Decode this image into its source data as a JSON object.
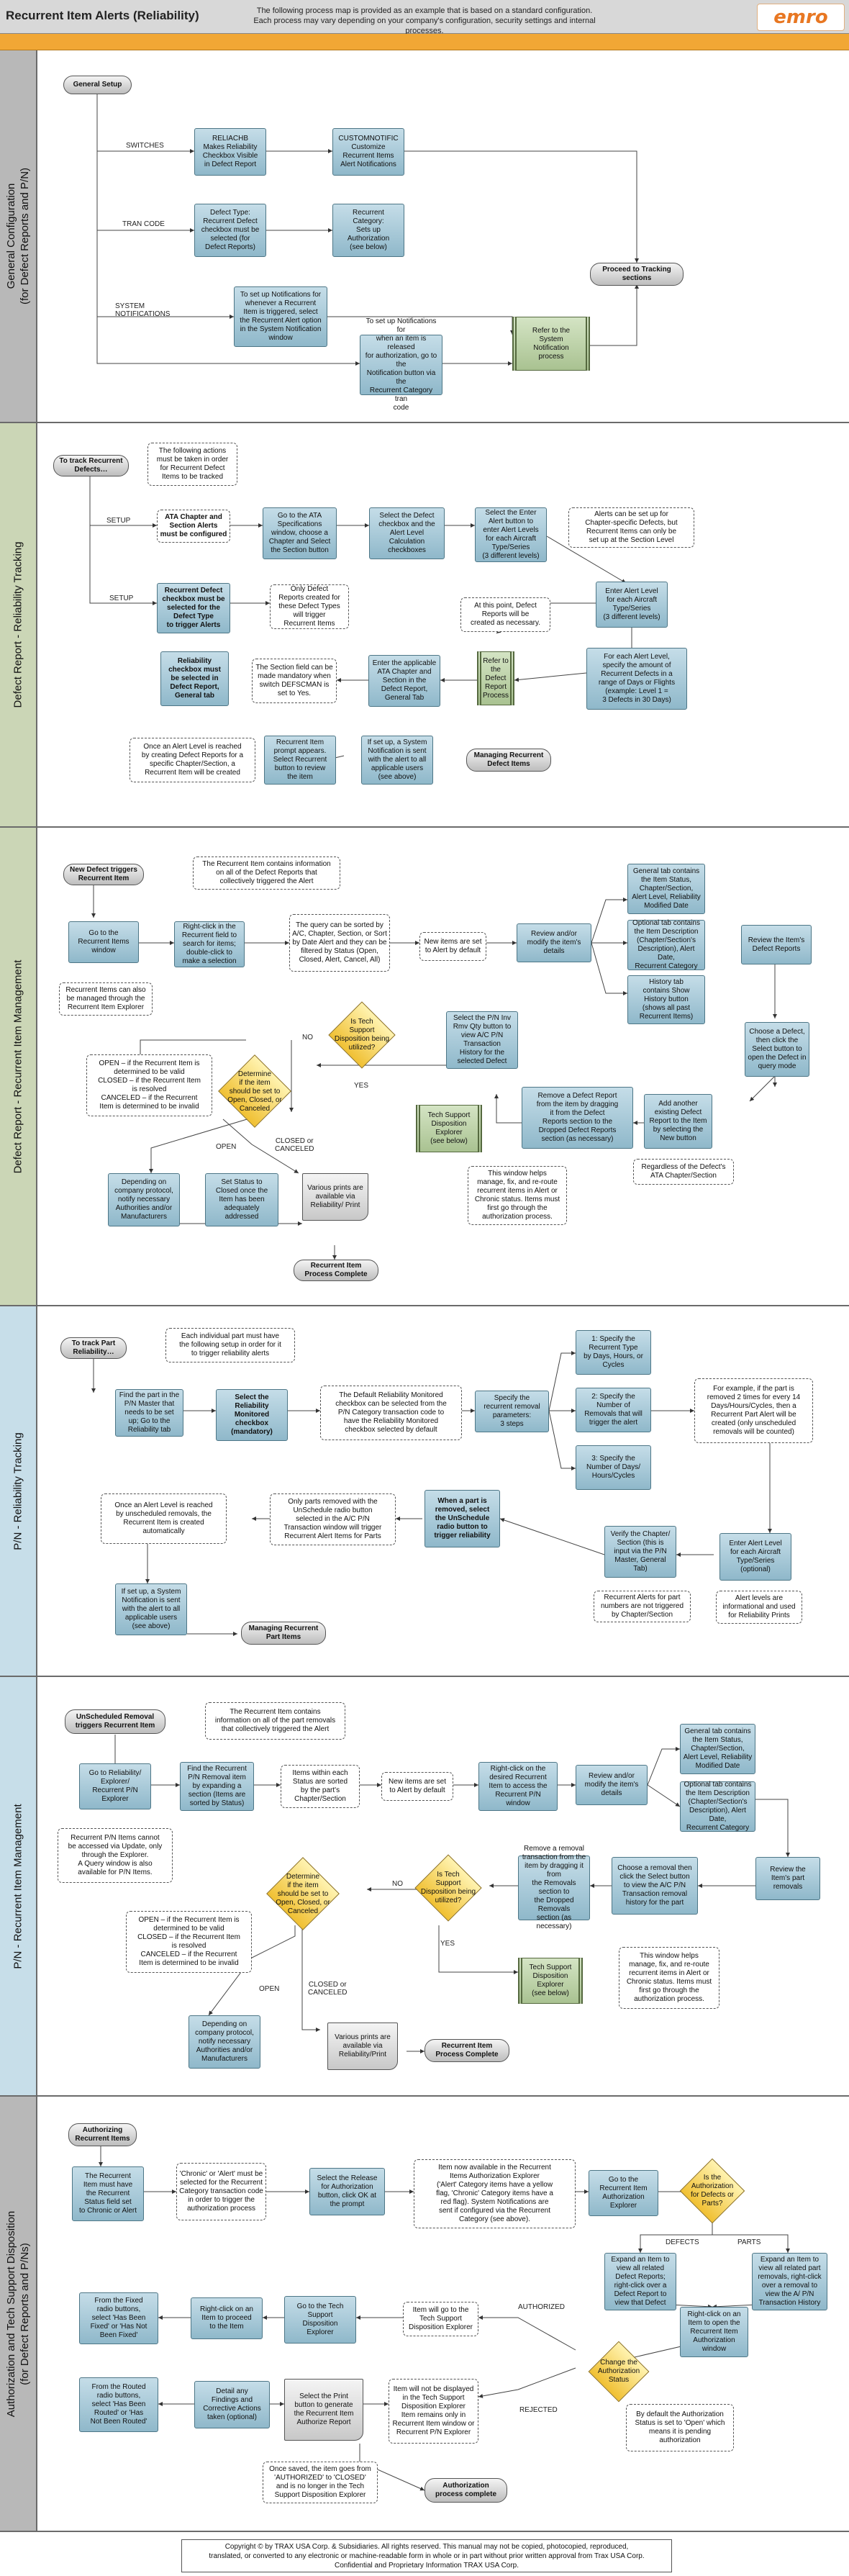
{
  "header": {
    "title": "Recurrent Item Alerts (Reliability)",
    "note": "The following process map is provided as an example that is based on a standard configuration.\nEach process may vary depending on your company's configuration, security settings and internal processes.",
    "logo": "emro"
  },
  "colors": {
    "process": "#a9cad8",
    "decision": "#f3c43a",
    "orange_bar": "#f1a735",
    "subprocess": "#b9cfa6"
  },
  "lanes": [
    {
      "label": "General Configuration\n(for Defect Reports and P/N)"
    },
    {
      "label": "Defect Report - Reliability Tracking"
    },
    {
      "label": "Defect Report - Recurrent Item Management"
    },
    {
      "label": "P/N - Reliability Tracking"
    },
    {
      "label": "P/N - Recurrent Item Management"
    },
    {
      "label": "Authorization and Tech Support Disposition\n(for Defect Reports and P/Ns)"
    }
  ],
  "nodes": {
    "gc_start": "General Setup",
    "gc_switches": "SWITCHES",
    "gc_reliab": "RELIACHB\nMakes Reliability\nCheckbox Visible\nin Defect Report",
    "gc_custnotif": "CUSTOMNOTIFIC\nCustomize\nRecurrent Items\nAlert Notifications",
    "gc_trancode": "TRAN CODE",
    "gc_defecttype": "Defect Type:\nRecurrent Defect\ncheckbox must be\nselected (for\nDefect Reports)",
    "gc_reccat": "Recurrent\nCategory:\nSets up\nAuthorization\n(see below)",
    "gc_sysnotif": "SYSTEM\nNOTIFICATIONS",
    "gc_notif1": "To set up Notifications for\nwhenever a Recurrent\nItem is triggered, select\nthe Recurrent Alert option\nin the System Notification\nwindow",
    "gc_notif2": "To set up Notifications for\nwhen an item is released\nfor authorization, go to the\nNotification button via the\nRecurrent Category tran\ncode",
    "gc_refer": "Refer to the\nSystem\nNotification\nprocess",
    "gc_end": "Proceed to Tracking\nsections",
    "dr_start": "To track Recurrent\nDefects…",
    "dr_actions": "The following actions\nmust be taken in order\nfor Recurrent Defect\nItems to be tracked",
    "dr_setup1": "SETUP",
    "dr_ata": "ATA Chapter and\nSection Alerts\nmust be configured",
    "dr_goata": "Go to the ATA\nSpecifications\nwindow, choose a\nChapter and Select\nthe Section button",
    "dr_seldefect": "Select the Defect\ncheckbox and the\nAlert Level\nCalculation\ncheckboxes",
    "dr_selectalert": "Select the Enter\nAlert button to\nenter Alert Levels\nfor each Aircraft\nType/Series\n(3 different levels)",
    "dr_alertsnote": "Alerts can be set up for\nChapter-specific Defects, but\nRecurrent Items can only be\nset up at the Section Level",
    "dr_setup2": "SETUP",
    "dr_reccb": "Recurrent Defect\ncheckbox must be\nselected for the\nDefect Type\nto trigger Alerts",
    "dr_onlydefect": "Only Defect\nReports created for\nthese Defect Types\nwill trigger\nRecurrent Items",
    "dr_atthis": "At this point, Defect\nReports will be\ncreated as necessary.",
    "dr_enteralert": "Enter Alert Level\nfor each Aircraft\nType/Series\n(3 different levels)",
    "dr_foreach": "For each Alert Level,\nspecify the amount of\nRecurrent Defects in a\nrange of Days or Flights\n(example: Level 1 =\n3 Defects in 30 Days)",
    "dr_relcb": "Reliability\ncheckbox must\nbe selected in\nDefect Report,\nGeneral tab",
    "dr_sectionfield": "The Section field can be\nmade mandatory when\nswitch DEFSCMAN is\nset to Yes.",
    "dr_enterata": "Enter the applicable\nATA Chapter and\nSection in the\nDefect Report,\nGeneral Tab",
    "dr_refer": "Refer to the\nDefect\nReport\nProcess",
    "dr_oncealert": "Once an Alert Level is reached\nby creating Defect Reports for a\nspecific Chapter/Section, a\nRecurrent Item will be created",
    "dr_prompt": "Recurrent Item\nprompt appears.\nSelect Recurrent\nbutton to review\nthe item",
    "dr_ifsetup": "If set up, a System\nNotification is sent\nwith the alert to all\napplicable users\n(see above)",
    "dr_manage": "Managing Recurrent\nDefect Items",
    "dm_start": "New Defect triggers\nRecurrent Item",
    "dm_contains": "The Recurrent Item contains information\non all of the Defect Reports that\ncollectively triggered the Alert",
    "dm_goto": "Go to the\nRecurrent Items\nwindow",
    "dm_alsomanaged": "Recurrent Items can also\nbe managed through the\nRecurrent Item Explorer",
    "dm_rightclick": "Right-click in the\nRecurrent field to\nsearch for items;\ndouble-click to\nmake a selection",
    "dm_query": "The query can be sorted by\nA/C, Chapter, Section, or Sort\nby Date Alert and they can be\nfiltered by Status (Open,\nClosed, Alert, Cancel, All)",
    "dm_newitems": "New items are set\nto Alert by default",
    "dm_review": "Review and/or\nmodify the item's\ndetails",
    "dm_gentab": "General tab contains\nthe Item Status,\nChapter/Section,\nAlert Level, Reliability\nModified Date",
    "dm_opttab": "Optional tab contains\nthe Item Description\n(Chapter/Section's\nDescription), Alert Date,\nRecurrent Category",
    "dm_histtab": "History tab\ncontains Show\nHistory button\n(shows all past\nRecurrent Items)",
    "dm_reviewdefects": "Review the Item's\nDefect Reports",
    "dm_choose": "Choose a Defect,\nthen click the\nSelect button to\nopen the Defect in\nquery mode",
    "dm_addanother": "Add another\nexisting Defect\nReport to the Item\nby selecting the\nNew button",
    "dm_regardless": "Regardless of the Defect's\nATA Chapter/Section",
    "dm_remove": "Remove a Defect Report\nfrom the item by dragging\nit from the Defect\nReports section to the\nDropped Defect Reports\nsection (as necessary)",
    "dm_selectpn": "Select the P/N Inv\nRmv Qty button to\nview A/C P/N\nTransaction\nHistory for the\nselected Defect",
    "dm_techq": "Is Tech\nSupport\nDisposition being\nutilized?",
    "dm_no": "NO",
    "dm_yes": "YES",
    "dm_determine": "Determine\nif the item\nshould be set to\nOpen, Closed, or\nCanceled",
    "dm_opennote": "OPEN – if the Recurrent Item is\ndetermined to be valid\nCLOSED – if the Recurrent Item\nis resolved\nCANCELED – if the Recurrent\nItem is determined to be invalid",
    "dm_techexp": "Tech Support\nDisposition\nExplorer\n(see below)",
    "dm_windowhelps": "This window helps\nmanage, fix, and re-route\nrecurrent items in Alert or\nChronic status. Items must\nfirst go through the\nauthorization process.",
    "dm_openlbl": "OPEN",
    "dm_closedlbl": "CLOSED or\nCANCELED",
    "dm_depending": "Depending on\ncompany protocol,\nnotify necessary\nAuthorities and/or\nManufacturers",
    "dm_setstatus": "Set Status to\nClosed once the\nItem has been\nadequately\naddressed",
    "dm_prints": "Various prints are\navailable via\nReliability/ Print",
    "dm_end": "Recurrent Item\nProcess Complete",
    "pt_start": "To track Part\nReliability…",
    "pt_eachpart": "Each individual part must have\nthe following setup in order for it\nto trigger reliability alerts",
    "pt_findpn": "Find the part in the\nP/N Master that\nneeds to be set\nup; Go to the\nReliability tab",
    "pt_selectrel": "Select the\nReliability\nMonitored\ncheckbox\n(mandatory)",
    "pt_default": "The Default Reliability Monitored\ncheckbox can be selected from the\nP/N Category transaction code to\nhave the Reliability Monitored\ncheckbox selected by default",
    "pt_specify": "Specify the\nrecurrent removal\nparameters:\n3 steps",
    "pt_step1": "1: Specify the\nRecurrent Type\nby Days, Hours, or\nCycles",
    "pt_step2": "2: Specify the\nNumber of\nRemovals that will\ntrigger the alert",
    "pt_step3": "3: Specify the\nNumber of Days/\nHours/Cycles",
    "pt_example": "For example, if the part is\nremoved 2 times for every 14\nDays/Hours/Cycles, then a\nRecurrent Part Alert will be\ncreated (only unscheduled\nremovals will be counted)",
    "pt_enteralert": "Enter Alert Level\nfor each Aircraft\nType/Series\n(optional)",
    "pt_informational": "Alert levels are\ninformational and used\nfor Reliability Prints",
    "pt_verify": "Verify the Chapter/\nSection (this is\ninput via the P/N\nMaster, General\nTab)",
    "pt_notsorted": "Recurrent Alerts for part\nnumbers are not triggered\nby Chapter/Section",
    "pt_whenpart": "When a part is\nremoved, select\nthe UnSchedule\nradio button to\ntrigger reliability",
    "pt_onlyparts": "Only parts removed with the\nUnSchedule radio button\nselected in the A/C P/N\nTransaction window will trigger\nRecurrent Alert Items for Parts",
    "pt_oncealert": "Once an Alert Level is reached\nby unscheduled removals, the\nRecurrent Item is created\nautomatically",
    "pt_ifsetup": "If set up, a System\nNotification is sent\nwith the alert to all\napplicable users\n(see above)",
    "pt_manage": "Managing Recurrent\nPart Items",
    "pm_start": "UnScheduled Removal\ntriggers Recurrent Item",
    "pm_contains": "The Recurrent Item contains\ninformation on all of the part removals\nthat collectively triggered the Alert",
    "pm_goto": "Go to Reliability/\nExplorer/\nRecurrent P/N\nExplorer",
    "pm_cannot": "Recurrent P/N Items cannot\nbe accessed via Update, only\nthrough the Explorer.\nA Query window is also\navailable for P/N Items.",
    "pm_find": "Find the Recurrent\nP/N Removal item\nby expanding a\nsection (Items are\nsorted by Status)",
    "pm_itemswithin": "Items within each\nStatus are sorted\nby the part's\nChapter/Section",
    "pm_newitems": "New items are set\nto Alert by default",
    "pm_rightclick": "Right-click on the\ndesired Recurrent\nItem to access the\nRecurrent P/N\nwindow",
    "pm_review": "Review and/or\nmodify the item's\ndetails",
    "pm_gentab": "General tab contains\nthe Item Status,\nChapter/Section,\nAlert Level, Reliability\nModified Date",
    "pm_opttab": "Optional tab contains\nthe Item Description\n(Chapter/Section's\nDescription), Alert Date,\nRecurrent Category",
    "pm_reviewparts": "Review the\nItem's part\nremovals",
    "pm_choose": "Choose a removal then\nclick the Select button\nto view the A/C P/N\nTransaction removal\nhistory for the part",
    "pm_remove": "Remove a removal\ntransaction from the\nitem by dragging it from\nthe Removals section to\nthe Dropped Removals\nsection (as necessary)",
    "pm_techq": "Is Tech\nSupport\nDisposition being\nutilized?",
    "pm_no": "NO",
    "pm_yes": "YES",
    "pm_determine": "Determine\nif the item\nshould be set to\nOpen, Closed, or\nCanceled",
    "pm_opennote": "OPEN – if the Recurrent Item is\ndetermined to be valid\nCLOSED – if the Recurrent Item\nis resolved\nCANCELED – if the Recurrent\nItem is determined to be invalid",
    "pm_techexp": "Tech Support\nDisposition\nExplorer\n(see below)",
    "pm_windowhelps": "This window helps\nmanage, fix, and re-route\nrecurrent items in Alert or\nChronic status. Items must\nfirst go through the\nauthorization process.",
    "pm_openlbl": "OPEN",
    "pm_closedlbl": "CLOSED or\nCANCELED",
    "pm_depending": "Depending on\ncompany protocol,\nnotify necessary\nAuthorities and/or\nManufacturers",
    "pm_prints": "Various prints are\navailable via\nReliability/Print",
    "pm_end": "Recurrent Item\nProcess Complete",
    "au_start": "Authorizing\nRecurrent Items",
    "au_must": "The Recurrent\nItem must have\nthe Recurrent\nStatus field set\nto Chronic or Alert",
    "au_chronic": "'Chronic' or 'Alert' must be\nselected for the Recurrent\nCategory transaction code\nin order to trigger the\nauthorization process",
    "au_release": "Select the Release\nfor Authorization\nbutton, click OK at\nthe prompt",
    "au_nowavail": "Item now available in the Recurrent\nItems Authorization Explorer\n('Alert' Category items have a yellow\nflag, 'Chronic' Category items have a\nred flag). System Notifications are\nsent if configured via the Recurrent\nCategory (see above).",
    "au_goto": "Go to the\nRecurrent Item\nAuthorization\nExplorer",
    "au_isauth": "Is the\nAuthorization\nfor Defects or\nParts?",
    "au_defects": "DEFECTS",
    "au_parts": "PARTS",
    "au_expanddef": "Expand an Item to\nview all related\nDefect Reports;\nright-click over a\nDefect Report to\nview that Defect",
    "au_expandpart": "Expand an Item to\nview all related part\nremovals, right-click\nover a removal to\nview the A/ P/N\nTransaction History",
    "au_rightclickopen": "Right-click on an\nItem to open the\nRecurrent Item\nAuthorization\nwindow",
    "au_change": "Change the\nAuthorization\nStatus",
    "au_authorized": "AUTHORIZED",
    "au_rejected": "REJECTED",
    "au_bydefault": "By default the Authorization\nStatus is set to 'Open' which\nmeans it is pending\nauthorization",
    "au_gototech": "Go to the Tech\nSupport\nDisposition\nExplorer",
    "au_itemwillgo": "Item will go to the\nTech Support\nDisposition Explorer",
    "au_itemwillnot": "Item will not be displayed\nin the Tech Support\nDisposition Explorer\nItem remains only in\nRecurrent Item window or\nRecurrent P/N Explorer",
    "au_rightclickproceed": "Right-click on an\nItem to proceed\nto the Item",
    "au_fixed": "From the Fixed\nradio buttons,\nselect 'Has Been\nFixed' or 'Has Not\nBeen Fixed'",
    "au_routed": "From the Routed\nradio buttons,\nselect 'Has Been\nRouted' or 'Has\nNot Been Routed'",
    "au_detail": "Detail any\nFindings and\nCorrective Actions\ntaken (optional)",
    "au_print": "Select the Print\nbutton to generate\nthe Recurrent Item\nAuthorize Report",
    "au_oncesaved": "Once saved, the item goes from\n'AUTHORIZED' to 'CLOSED'\nand is no longer in the Tech\nSupport Disposition Explorer",
    "au_end": "Authorization\nprocess complete"
  },
  "footer": {
    "text": "Copyright © by TRAX USA Corp. & Subsidiaries. All rights reserved. This manual may not be copied, photocopied, reproduced,\ntranslated, or converted to any electronic or machine-readable form in whole or in part without prior written approval from Trax USA Corp.\nConfidential and Proprietary Information TRAX USA Corp."
  }
}
